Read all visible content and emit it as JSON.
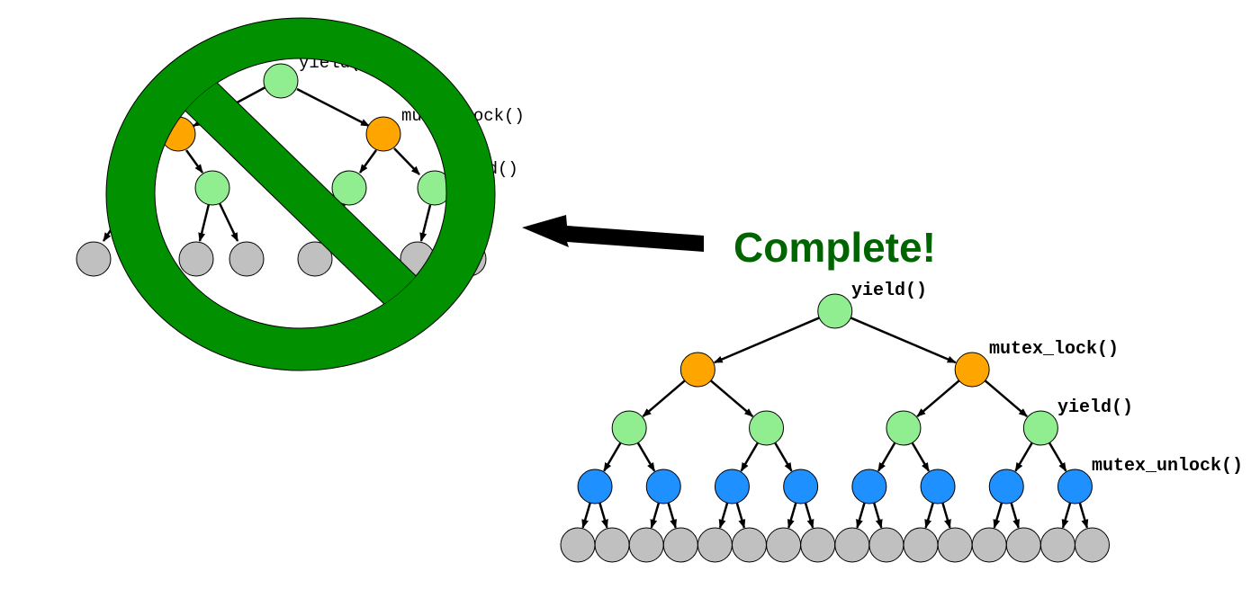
{
  "colors": {
    "yield": "#90ee90",
    "mutex_lock": "#ffa500",
    "mutex_unlock": "#1e90ff",
    "leaf": "#c0c0c0",
    "stroke": "#000000",
    "prohibition": "#009000",
    "complete_text": "#006400"
  },
  "left_tree": {
    "labels": [
      "yield()",
      "mutex_lock()",
      "yield()"
    ]
  },
  "headline": "Complete!",
  "right_tree": {
    "levels": [
      "yield",
      "mutex_lock",
      "yield",
      "mutex_unlock",
      "leaf"
    ],
    "labels": [
      "yield()",
      "mutex_lock()",
      "yield()",
      "mutex_unlock()"
    ]
  }
}
